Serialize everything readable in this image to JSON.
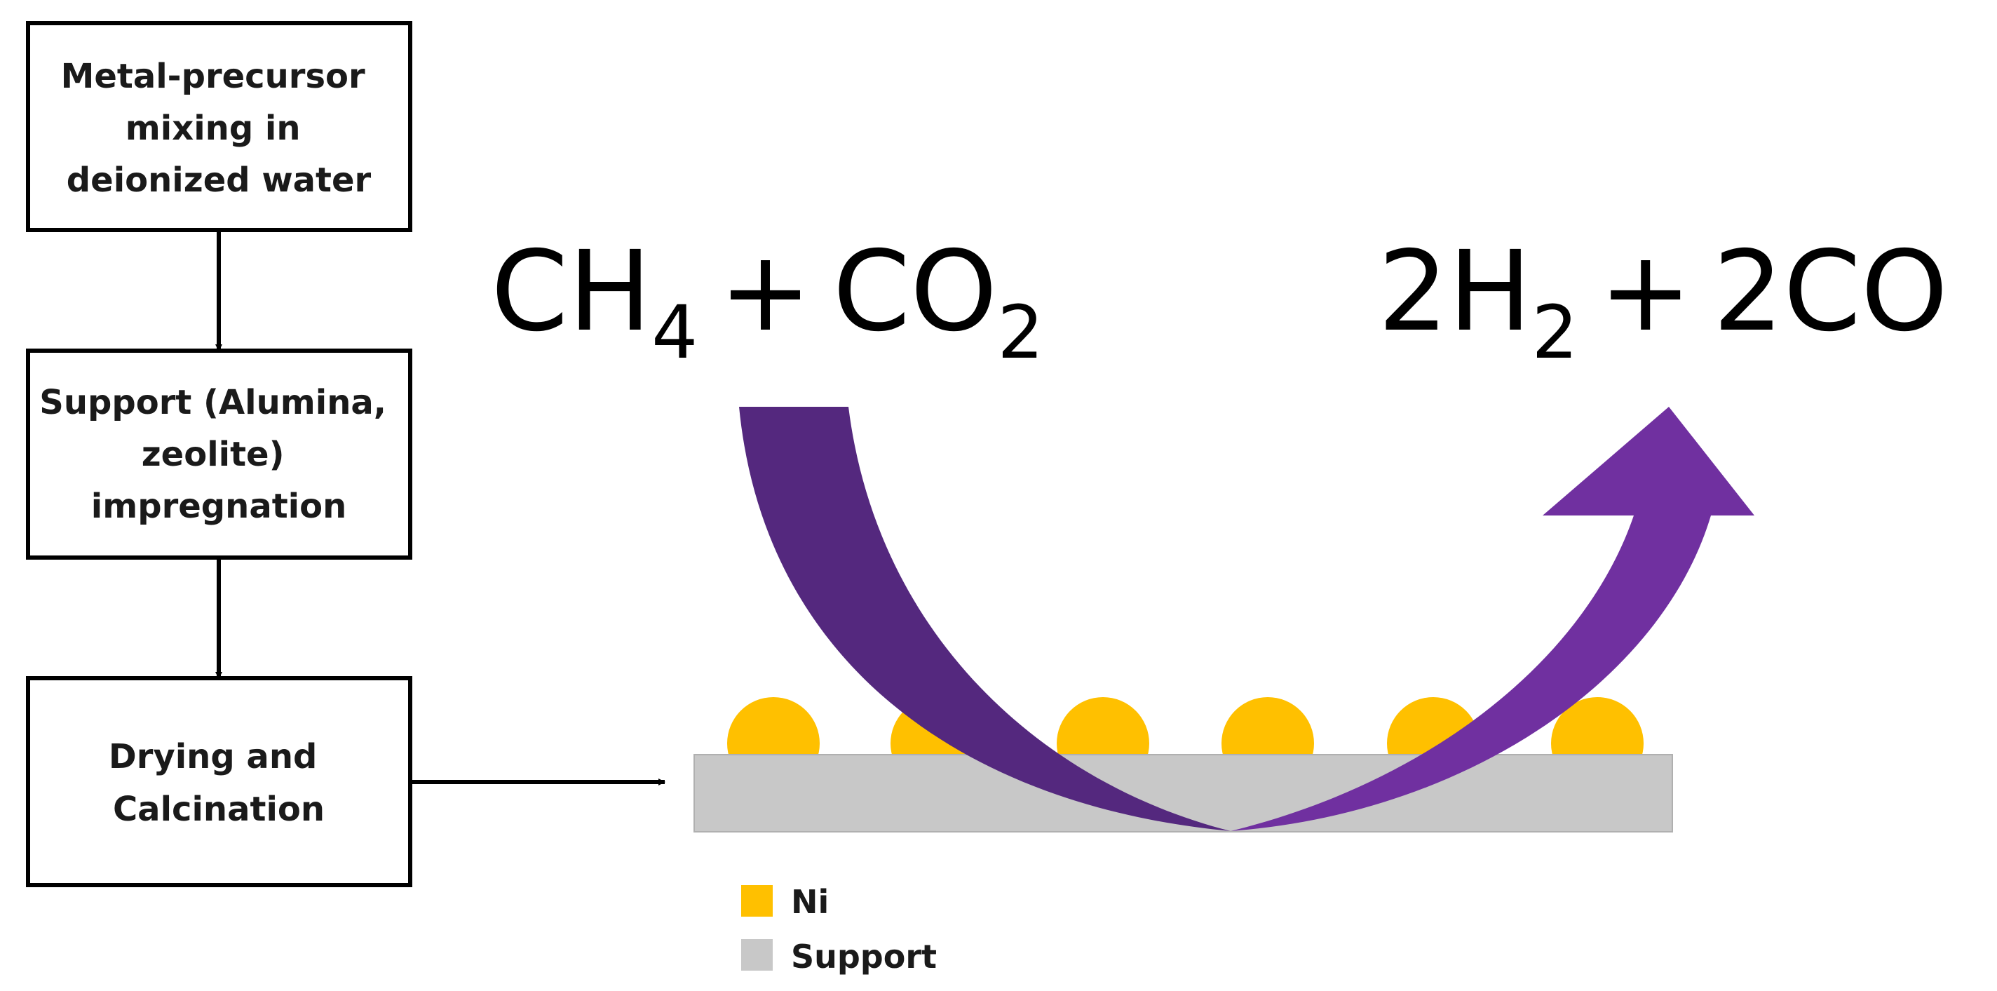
{
  "steps": [
    {
      "lines": [
        "Metal-precursor",
        "mixing in",
        "deionized water"
      ]
    },
    {
      "lines": [
        "Support (Alumina,",
        "zeolite)",
        "impregnation"
      ]
    },
    {
      "lines": [
        "Drying and",
        "Calcination"
      ]
    }
  ],
  "reaction": {
    "reactants": {
      "ch": "CH",
      "ch_sub": "4",
      "plus": "+",
      "co": "CO",
      "co_sub": "2"
    },
    "products": {
      "h_coef": "2H",
      "h_sub": "2",
      "plus": "+",
      "co": "2CO"
    }
  },
  "legend": [
    {
      "label": "Ni",
      "color": "#FFC000"
    },
    {
      "label": "Support",
      "color": "#C8C8C8"
    }
  ],
  "colors": {
    "nickel": "#FFC000",
    "support": "#C8C8C8",
    "arrow_down": "#54287E",
    "arrow_up": "#7030A0",
    "box_border": "#000000"
  }
}
